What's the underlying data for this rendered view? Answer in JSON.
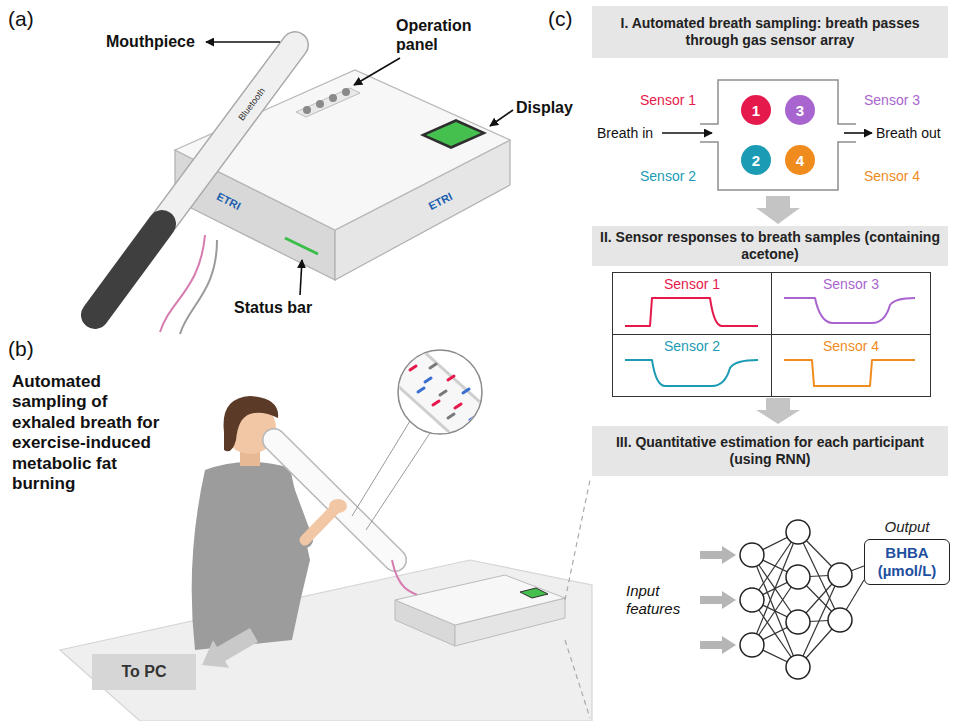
{
  "diagram": {
    "nodes": [
      {
        "text": [
          "To PC"
        ]
      },
      {
        "text": [
          "I. Automated breath sampling: breath passes through gas sensor array"
        ]
      },
      {
        "text": [
          "1"
        ]
      },
      {
        "text": [
          "2"
        ]
      },
      {
        "text": [
          "3"
        ]
      },
      {
        "text": [
          "4"
        ]
      },
      {
        "text": [
          "II. Sensor responses to breath samples (containing acetone)"
        ]
      },
      {
        "text": [
          "Sensor 1"
        ]
      },
      {
        "text": [
          "Sensor 2"
        ]
      },
      {
        "text": [
          "Sensor 3"
        ]
      },
      {
        "text": [
          "Sensor 4"
        ]
      },
      {
        "text": [
          "III. Quantitative estimation for each participant (using RNN)"
        ]
      },
      {
        "text": [
          "Output",
          "BHBA (µmol/L)"
        ]
      }
    ],
    "labels": [
      "(a)",
      "Mouthpiece",
      "Operation panel",
      "Display",
      "Status bar",
      "Bluetooth",
      "ETRI",
      "ETRI",
      "(b)",
      "Automated sampling of exhaled breath for exercise-induced metabolic fat burning",
      "(c)",
      "Breath in",
      "Breath out",
      "Sensor 1",
      "Sensor 2",
      "Sensor 3",
      "Sensor 4",
      "Input features"
    ]
  }
}
